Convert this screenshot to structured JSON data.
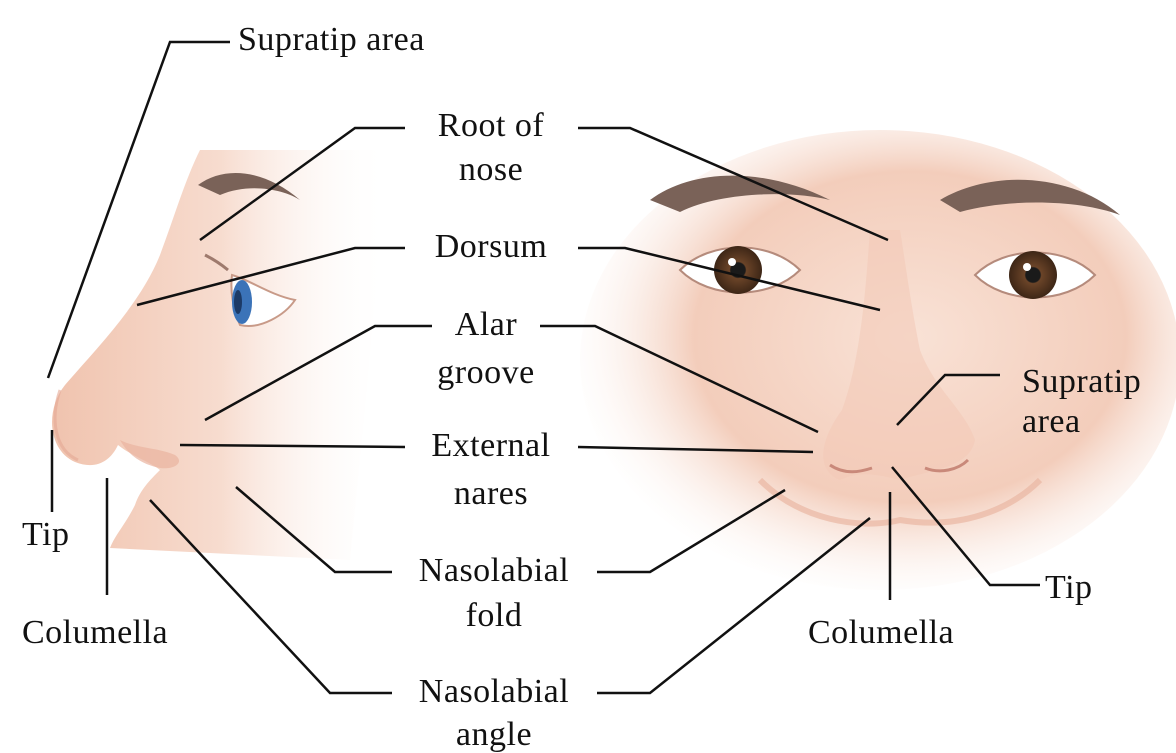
{
  "diagram": {
    "panels": [
      "lateral-view",
      "frontal-view"
    ],
    "labels": {
      "supratip_top": "Supratip area",
      "root_line1": "Root of",
      "root_line2": "nose",
      "dorsum": "Dorsum",
      "alar_line1": "Alar",
      "alar_line2": "groove",
      "external_line1": "External",
      "external_line2": "nares",
      "fold_line1": "Nasolabial",
      "fold_line2": "fold",
      "angle_line1": "Nasolabial",
      "angle_line2": "angle",
      "tip_left": "Tip",
      "columella_left": "Columella",
      "supratip_right_line1": "Supratip",
      "supratip_right_line2": "area",
      "tip_right": "Tip",
      "columella_right": "Columella"
    },
    "colors": {
      "skin": "#f6d6c6",
      "skin_shadow": "#eab59f",
      "brow": "#6e5a52",
      "iris_blue": "#3b73b8",
      "iris_brown": "#5a3a22",
      "leader_line": "#111111"
    }
  }
}
